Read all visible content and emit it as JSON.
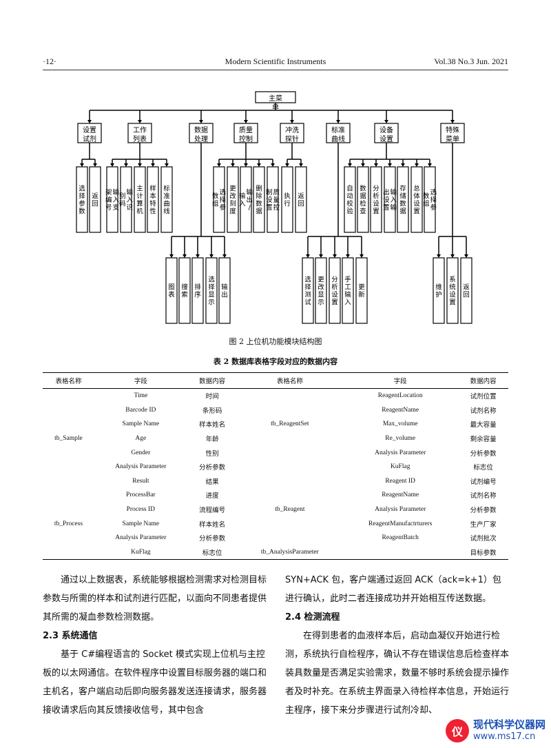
{
  "header": {
    "page_no": "·12·",
    "journal": "Modern Scientific Instruments",
    "volume": "Vol.38 No.3 Jun. 2021"
  },
  "diagram": {
    "root": "主菜单",
    "level1": [
      "设置试剂",
      "工作列表",
      "数据处理",
      "质量控制",
      "冲洗探针",
      "标准曲线",
      "设备设置",
      "特殊菜单"
    ],
    "setting_reagent": [
      "选择参数",
      "返回"
    ],
    "worklist": [
      "输入支架编号",
      "输入识别码",
      "主计算机",
      "样本特性",
      "标准曲线"
    ],
    "data_processing": [
      "图表",
      "搜索",
      "排序",
      "选择显示",
      "输出"
    ],
    "quality_control": [
      "选择参数组",
      "更改刻度",
      "输出/输入",
      "删除数据",
      "质量控制设置"
    ],
    "wash_probe": [
      "执行",
      "返回"
    ],
    "standard_curve": [
      "选择测试",
      "更改显示",
      "分析设置",
      "手工输入",
      "更新"
    ],
    "device_setting": [
      "自动校验",
      "数据检查",
      "分析设置",
      "输入输出设置",
      "存储数据",
      "总体设置",
      "选择参数组"
    ],
    "special_menu": [
      "维护",
      "系统设置",
      "返回"
    ]
  },
  "figure_caption": "图 2  上位机功能模块结构图",
  "table_caption": "表 2  数据库表格字段对应的数据内容",
  "table": {
    "headers": [
      "表格名称",
      "字段",
      "数据内容",
      "表格名称",
      "字段",
      "数据内容"
    ],
    "rows": [
      [
        "",
        "Time",
        "时间",
        "",
        "ReagentLocation",
        "试剂位置"
      ],
      [
        "",
        "Barcode ID",
        "条形码",
        "",
        "ReagentName",
        "试剂名称"
      ],
      [
        "",
        "Sample Name",
        "样本姓名",
        "tb_ReagentSet",
        "Max_volume",
        "最大容量"
      ],
      [
        "tb_Sample",
        "Age",
        "年龄",
        "",
        "Re_volume",
        "剩余容量"
      ],
      [
        "",
        "Gender",
        "性别",
        "",
        "Analysis Parameter",
        "分析参数"
      ],
      [
        "",
        "Analysis Parameter",
        "分析参数",
        "",
        "KuFlag",
        "标志位"
      ],
      [
        "",
        "Result",
        "结果",
        "",
        "Reagent ID",
        "试剂编号"
      ],
      [
        "",
        "ProcessBar",
        "进度",
        "",
        "ReagentName",
        "试剂名称"
      ],
      [
        "",
        "Process ID",
        "流程编号",
        "tb_Reagent",
        "Analysis Parameter",
        "分析参数"
      ],
      [
        "tb_Process",
        "Sample Name",
        "样本姓名",
        "",
        "ReagentManufactrturers",
        "生产厂家"
      ],
      [
        "",
        "Analysis Parameter",
        "分析参数",
        "",
        "ReagentBatch",
        "试剂批次"
      ],
      [
        "",
        "KuFlag",
        "标志位",
        "tb_AnalysisParameter",
        "",
        "目标参数"
      ]
    ]
  },
  "left_col": {
    "p1": "通过以上数据表，系统能够根据检测需求对检测目标参数与所需的样本和试剂进行匹配，以面向不同患者提供其所需的凝血参数检测数据。",
    "h": "2.3  系统通信",
    "p2": "基于 C#编程语言的 Socket 模式实现上位机与主控板的以太网通信。在软件程序中设置目标服务器的端口和主机名，客户端启动后即向服务器发送连接请求，服务器接收请求后向其反馈接收信号，其中包含"
  },
  "right_col": {
    "p1": "SYN+ACK 包，客户端通过返回 ACK（ack=k+1）包进行确认，此时二者连接成功并开始相互传送数据。",
    "h": "2.4  检测流程",
    "p2": "在得到患者的血液样本后，启动血凝仪开始进行检测，系统执行自检程序，确认不存在错误信息后检查样本装具数量是否满足实验需求，数量不够时系统会提示操作者及时补充。在系统主界面录入待检样本信息，开始运行主程序，接下来分步骤进行试剂冷却、"
  },
  "watermark": {
    "text1": "现代科学仪器网",
    "text2": "www.ms17.cn",
    "badge": "仪"
  }
}
